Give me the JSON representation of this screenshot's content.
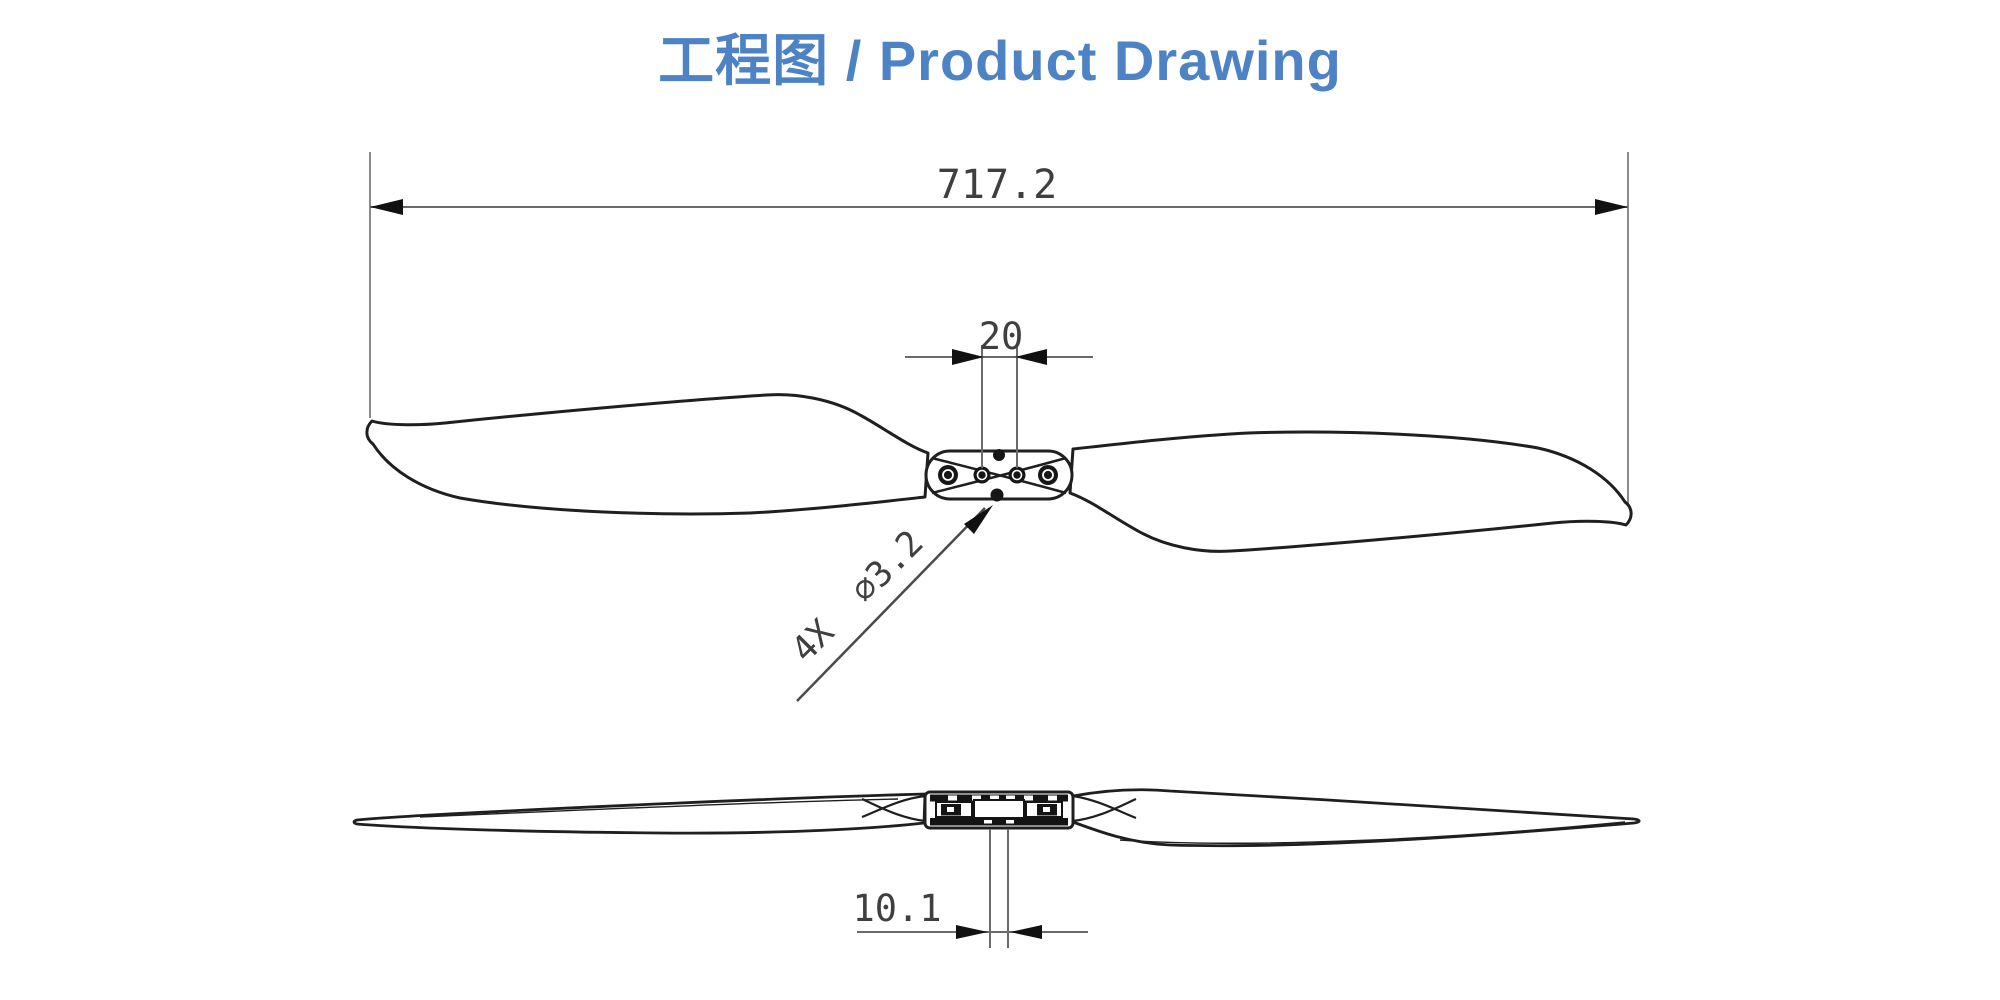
{
  "title": {
    "text": "工程图 / Product Drawing",
    "color": "#4d82c4"
  },
  "drawing": {
    "type": "engineering-product-drawing",
    "subject": "two-blade folding propeller, top view and side view",
    "annotations": {
      "overall_length": "717.2",
      "hub_mount_width": "20",
      "hole_callout": "4X  ⌀3.2",
      "hub_thickness": "10.1"
    },
    "colors": {
      "outline": "#1f1f1f",
      "dimension_line": "#6a6a6a",
      "extension_line": "#8a8a8a",
      "arrow": "#111111",
      "dimension_text": "#3f3f3f",
      "background": "#ffffff"
    }
  }
}
